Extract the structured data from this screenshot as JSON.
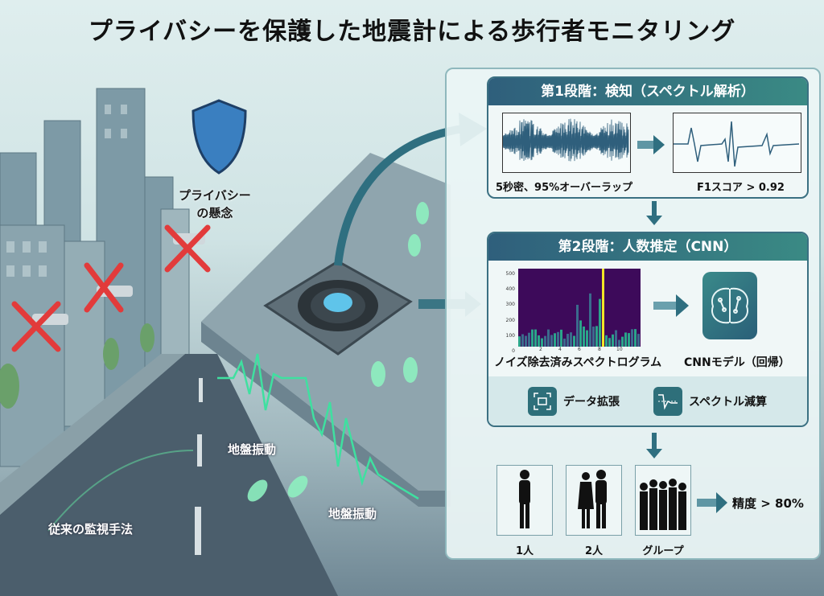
{
  "title": "プライバシーを保護した地震計による歩行者モニタリング",
  "left": {
    "privacy_concern": [
      "プライバシー",
      "の懸念"
    ],
    "ground_vibration_1": "地盤振動",
    "ground_vibration_2": "地盤振動",
    "conventional": "従来の監視手法"
  },
  "stage1": {
    "header": "第1段階：検知（スペクトル解析）",
    "caption_left": "5秒密、95%オーバーラップ",
    "caption_right": "F1スコア > 0.92"
  },
  "stage2": {
    "header": "第2段階：人数推定（CNN）",
    "caption_left": "ノイズ除去済みスペクトログラム",
    "caption_right": "CNNモデル（回帰）",
    "tool1": "データ拡張",
    "tool2": "スペクトル減算",
    "spectrogram": {
      "y_ticks": [
        "500",
        "400",
        "300",
        "200",
        "100",
        "0"
      ],
      "x_ticks": [
        "2",
        "4",
        "6",
        "8",
        "10"
      ]
    }
  },
  "result": {
    "people": [
      "1人",
      "2人",
      "グループ"
    ],
    "accuracy": "精度 > 80%"
  },
  "colors": {
    "accent": "#2f6f80",
    "header_start": "#2f5f7c",
    "header_end": "#3a8a84",
    "cross": "#e23b3b",
    "footprint": "#7fe0b0"
  }
}
